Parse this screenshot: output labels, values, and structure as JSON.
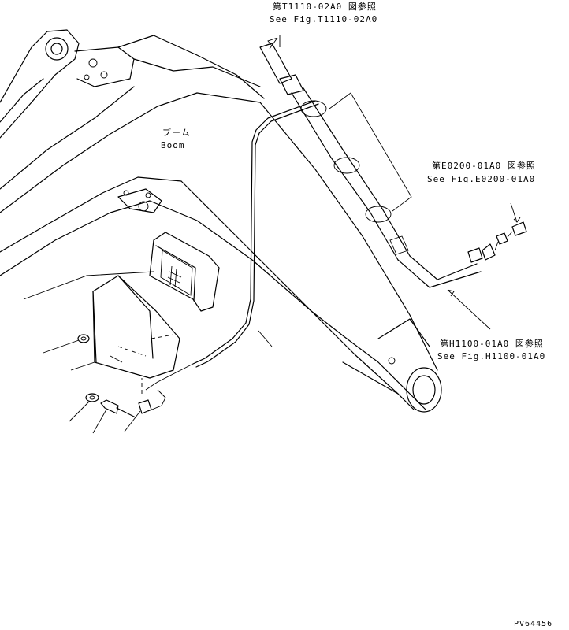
{
  "callouts": {
    "top_jp": "第T1110-02A0 図参照",
    "top_en": "See Fig.T1110-02A0",
    "mid_jp": "第E0200-01A0 図参照",
    "mid_en": "See Fig.E0200-01A0",
    "low_jp": "第H1100-01A0 図参照",
    "low_en": "See Fig.H1100-01A0"
  },
  "labels": {
    "boom_jp": "ブーム",
    "boom_en": "Boom",
    "drawing_id": "PV64456"
  }
}
